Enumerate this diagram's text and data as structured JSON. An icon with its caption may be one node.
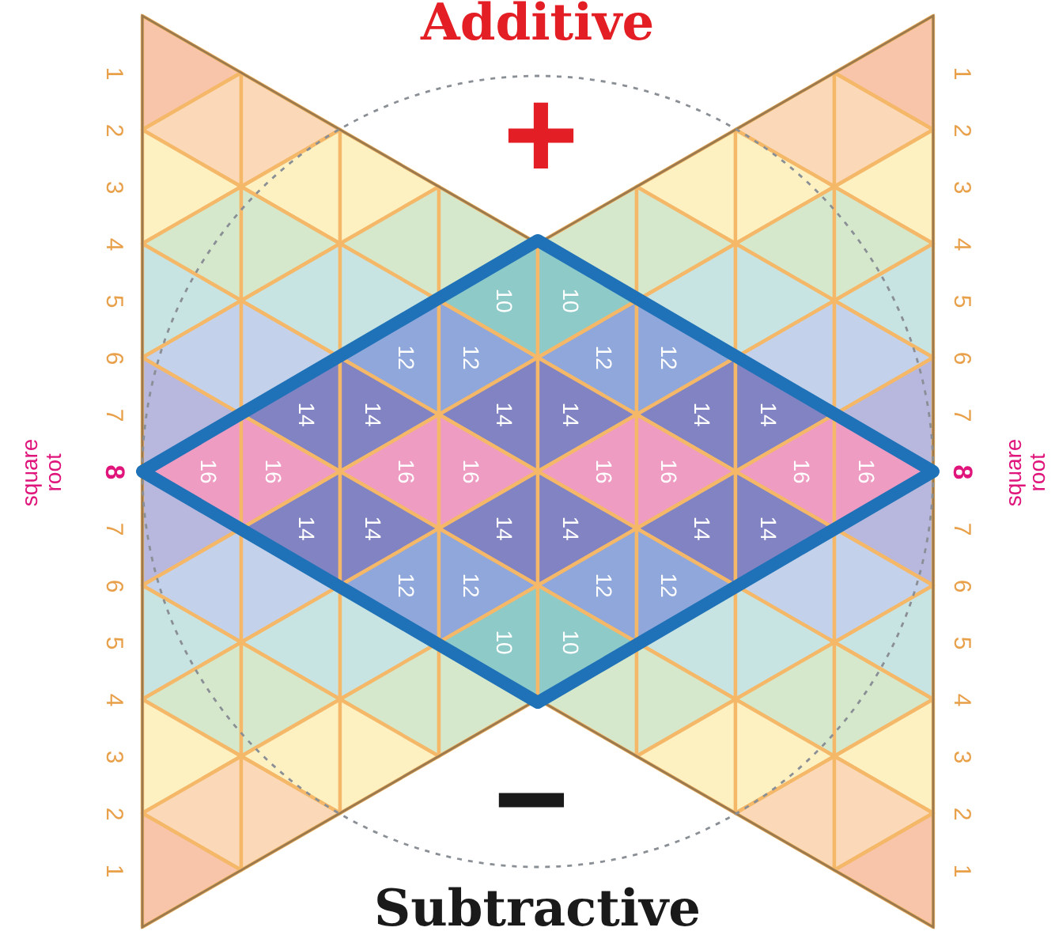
{
  "diagram": {
    "title": "Additive",
    "caption": "Subtractive",
    "labels": [
      "1",
      "2",
      "3",
      "4",
      "5",
      "6",
      "7",
      "8",
      "7",
      "6",
      "5",
      "4",
      "3",
      "2",
      "1",
      "square root",
      "1",
      "2",
      "3",
      "4",
      "5",
      "6",
      "7",
      "8",
      "7",
      "6",
      "5",
      "4",
      "3",
      "2",
      "1",
      "square root",
      "+",
      "10",
      "10",
      "12",
      "12",
      "12",
      "12",
      "14",
      "14",
      "14",
      "14",
      "14",
      "14",
      "16",
      "16",
      "16",
      "16",
      "16",
      "16",
      "16",
      "16",
      "14",
      "14",
      "14",
      "14",
      "14",
      "14",
      "12",
      "12",
      "12",
      "12",
      "10",
      "10",
      "−"
    ]
  }
}
